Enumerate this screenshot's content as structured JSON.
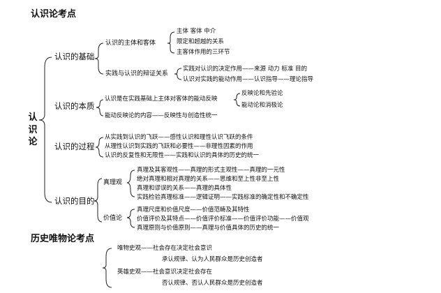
{
  "section1_title": "认识论考点",
  "root_label": "认识论",
  "basis": {
    "label": "认识的基础",
    "subject_object": {
      "label": "认识的主体和客体",
      "items": [
        "主体  客体  中介",
        "限定和超越的关系",
        "主客体作用的三环节"
      ]
    },
    "practice_relation": {
      "label": "实践与认识的辩证关系",
      "items": [
        "实践对认识的决定作用——来源  动力  标准  目的",
        "认识对实践的能动作用——认识指导——理论指导"
      ]
    }
  },
  "essence": {
    "label": "认识的本质",
    "definition": "认识是在实践基础上主体对客体的能动反映",
    "sub_items": [
      "反映论和先验论",
      "能动论和消极论"
    ],
    "extra": "能动反映论的内容——反映性与创造性统一"
  },
  "process": {
    "label": "认识的过程",
    "items": [
      "从实践到认识的飞跃——感性认识和理性认识飞跃的条件",
      "从理性认识到实践的飞跃和必要性——非理性因素的作用",
      "认识的反复性和无限性——实践和认识的具体的历史的统一"
    ]
  },
  "purpose": {
    "label": "认识的目的",
    "truth": {
      "label": "真理观",
      "items": [
        "真理及其客观性——真理的形式主观性——真理的一元性",
        "绝对真理和相对真理的关系——思维和至上性非至上性",
        "真理和谬误的关系——真理的具体性",
        "实践检验真理标准——逻辑证明——实践标准的确定性和不确定性"
      ]
    },
    "value": {
      "label": "价值论",
      "items": [
        "真理尺度和价值尺度——价值范畴及其特性",
        "价值评价及其特点——价值评价标准——价值评价功能——价值观",
        "真理原则与价值原则——真理与价值具体的历史的统一"
      ]
    }
  },
  "section2_title": "历史唯物论考点",
  "materialist": {
    "lines": [
      "唯物史观——社会存在决定社会意识",
      "承认规律、认为人民群众是历史创造者"
    ]
  },
  "heroic": {
    "lines": [
      "英雄史观——社会意识决定社会存在",
      "否认规律、否认人民群众是历史创造者"
    ]
  }
}
